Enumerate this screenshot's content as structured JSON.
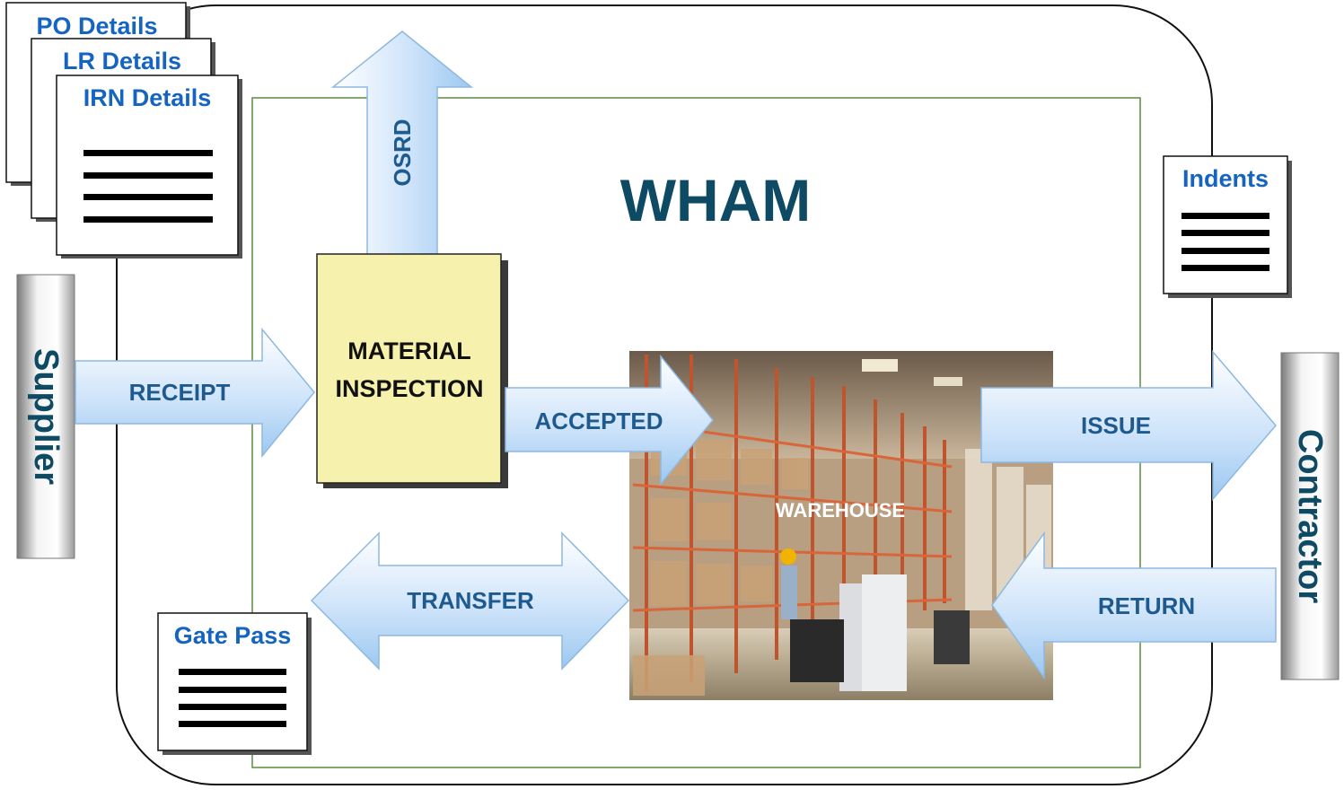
{
  "title": "WHAM",
  "documents": {
    "po": "PO Details",
    "lr": "LR Details",
    "irn": "IRN Details",
    "indents": "Indents",
    "gate_pass": "Gate Pass"
  },
  "actors": {
    "supplier": "Supplier",
    "contractor": "Contractor"
  },
  "process": {
    "inspection_line1": "MATERIAL",
    "inspection_line2": "INSPECTION",
    "warehouse": "WAREHOUSE"
  },
  "flows": {
    "receipt": "RECEIPT",
    "osrd": "OSRD",
    "accepted": "ACCEPTED",
    "transfer": "TRANSFER",
    "issue": "ISSUE",
    "return": "RETURN"
  },
  "colors": {
    "title": "#0e4a63",
    "doc_text": "#1565c0",
    "arrow_text": "#1f5a8f",
    "inspection_fill": "#f6f1ac",
    "frame_green": "#5a8a3c"
  }
}
